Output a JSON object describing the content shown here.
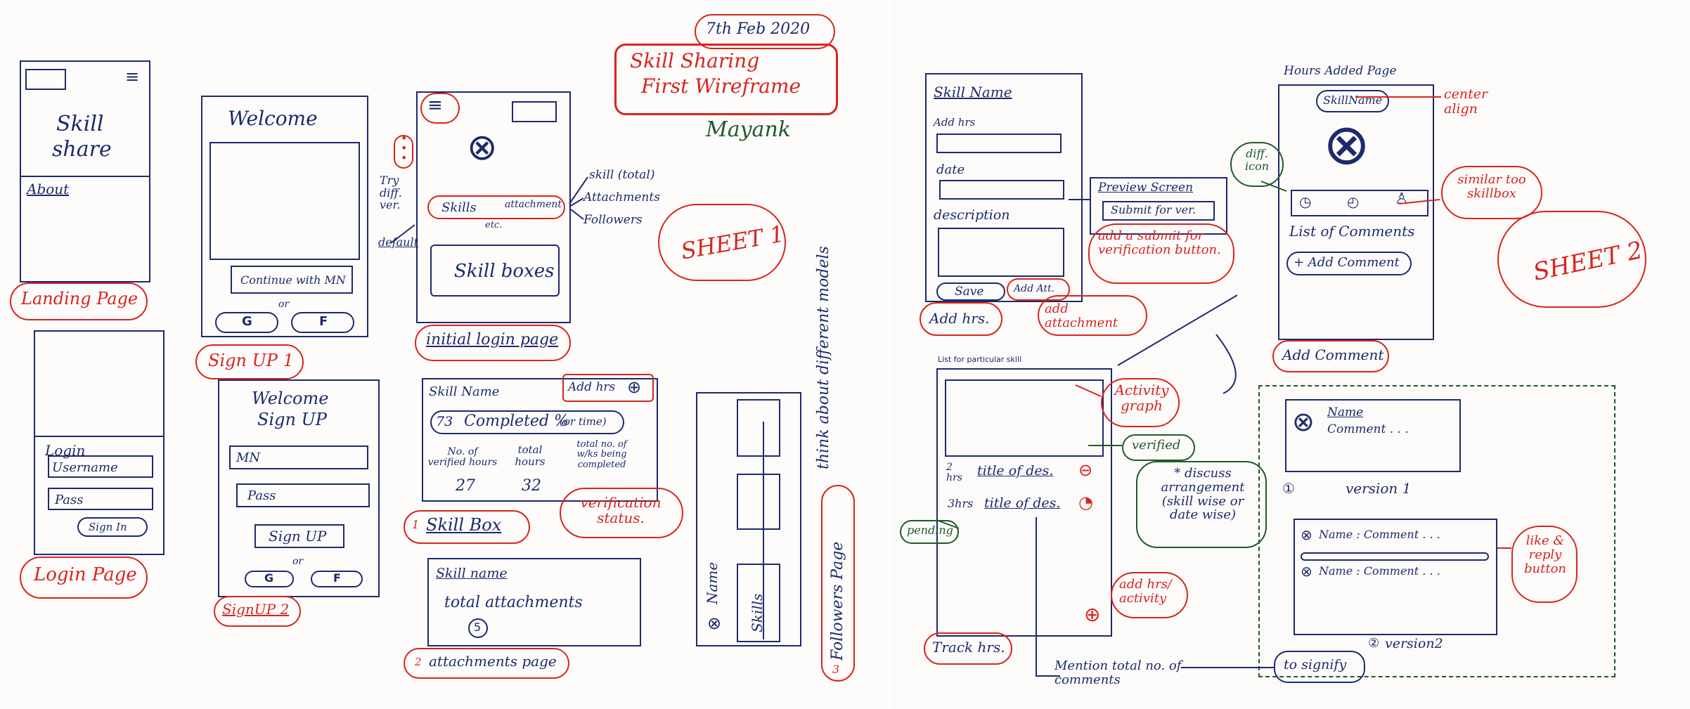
{
  "date": "7th Feb 2020",
  "title_line1": "Skill Sharing",
  "title_line2": "First Wireframe",
  "signature": "Mayank",
  "sheet1_label": "SHEET 1",
  "sheet2_label": "SHEET 2",
  "landing": {
    "title1": "Skill",
    "title2": "share",
    "about": "About",
    "caption": "Landing Page"
  },
  "login": {
    "heading": "Login",
    "username": "Username",
    "pass": "Pass",
    "signin": "Sign In",
    "caption": "Login Page"
  },
  "signup1": {
    "welcome": "Welcome",
    "continue": "Continue with MN",
    "or": "or",
    "g": "G",
    "f": "F",
    "caption": "Sign UP 1"
  },
  "signup2": {
    "welcome": "Welcome",
    "signup": "Sign UP",
    "mn": "MN",
    "pass": "Pass",
    "signup_btn": "Sign UP",
    "or": "or",
    "g": "G",
    "f": "F",
    "caption": "SignUP 2"
  },
  "initial": {
    "skills": "Skills",
    "attachment": "attachment",
    "skill_boxes": "Skill boxes",
    "caption": "initial login page",
    "try": "Try diff. ver.",
    "default": "default",
    "etc": "etc.",
    "n1": "skill (total)",
    "n2": "Attachments",
    "n3": "Followers"
  },
  "skillbox": {
    "name": "Skill Name",
    "add_hrs": "Add hrs",
    "completed_num": "73",
    "completed": "Completed %",
    "or_time": "(or time)",
    "c1": "No. of verified hours",
    "c2": "total hours",
    "c3": "total no. of w/ks being completed",
    "v1": "27",
    "v2": "32",
    "caption": "Skill Box",
    "verification": "verification status.",
    "n1": "1",
    "n2": "2",
    "n3": "3"
  },
  "attach": {
    "name": "Skill name",
    "total": "total attachments",
    "count": "5",
    "caption": "attachments page"
  },
  "followers": {
    "name": "Name",
    "skills": "Skills",
    "caption": "Followers Page",
    "note": "think about different models"
  },
  "addhrs": {
    "name": "Skill Name",
    "add_hrs": "Add hrs",
    "date": "date",
    "description": "description",
    "save": "Save",
    "add_att": "Add Att.",
    "caption": "Add hrs.",
    "add_attachment": "add attachment",
    "preview": "Preview Screen",
    "submit": "Submit for ver.",
    "submit_note": "add a submit for verification button."
  },
  "track": {
    "list": "List for particular skill",
    "r1_num": "2 hrs",
    "r1": "title of des.",
    "r2_num": "3hrs",
    "r2": "title of des.",
    "caption": "Track hrs.",
    "graph": "Activity graph",
    "verified": "verified",
    "pending": "pending",
    "discuss": "* discuss arrangement (skill wise or date wise)",
    "add_activity": "add hrs/ activity",
    "mention": "Mention total no. of comments",
    "signify": "to signify"
  },
  "hoursadded": {
    "header": "Hours Added Page",
    "name": "SkillName",
    "center": "center align",
    "diff": "diff. icon",
    "similar": "similar too skillbox",
    "list": "List of Comments",
    "add_comment": "+ Add Comment",
    "caption": "Add Comment"
  },
  "comments": {
    "name": "Name",
    "comment": "Comment . . .",
    "v1": "version 1",
    "r1": "Name : Comment . . .",
    "r2": "Name : Comment . . .",
    "like": "like & reply button",
    "v2": "version2"
  }
}
